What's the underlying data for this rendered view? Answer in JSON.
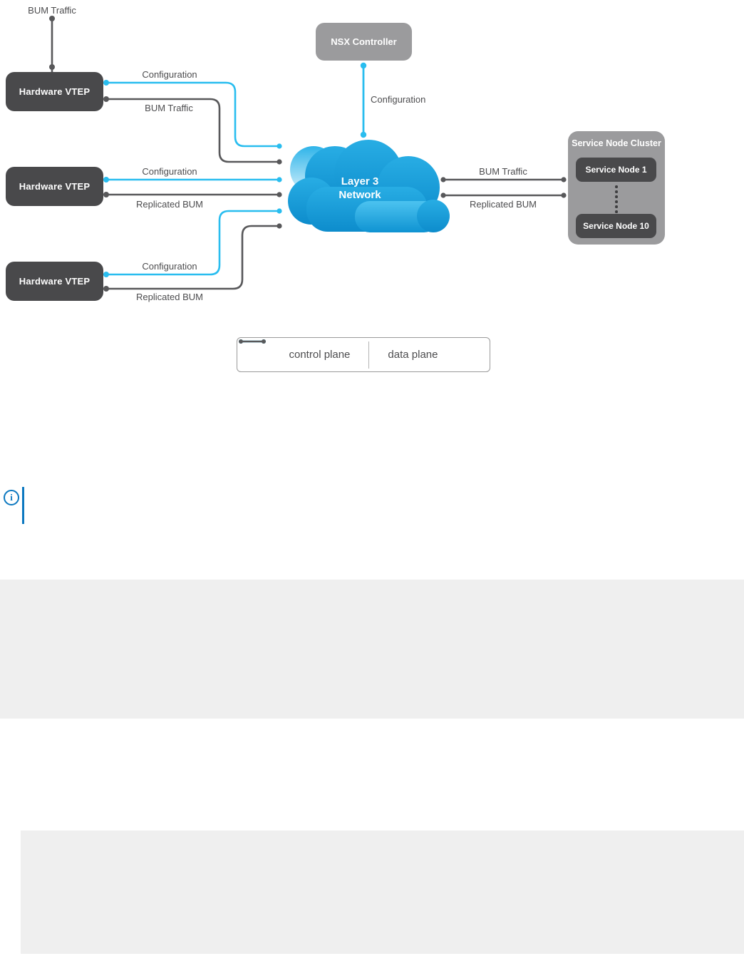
{
  "colors": {
    "control_plane": "#29bdef",
    "data_plane": "#58585a",
    "node_dark": "#49494b",
    "node_gray": "#9b9b9d",
    "cloud_top": "#28ade4",
    "cloud_bottom": "#0d8ccc",
    "note_blue": "#0c78c0",
    "panel_gray": "#efefef"
  },
  "nodes": {
    "hardware_vtep": "Hardware VTEP",
    "nsx_controller": "NSX Controller",
    "layer3_line1": "Layer 3",
    "layer3_line2": "Network",
    "service_node_cluster": "Service Node Cluster",
    "service_node_1": "Service Node 1",
    "service_node_10": "Service Node 10"
  },
  "edges": {
    "top_bum": "BUM Traffic",
    "vtep1_configuration": "Configuration",
    "vtep1_bum": "BUM Traffic",
    "vtep2_configuration": "Configuration",
    "vtep2_replicated": "Replicated BUM",
    "vtep3_configuration": "Configuration",
    "vtep3_replicated": "Replicated BUM",
    "nsx_configuration": "Configuration",
    "cluster_bum": "BUM Traffic",
    "cluster_replicated": "Replicated BUM"
  },
  "legend": {
    "control_plane": "control plane",
    "data_plane": "data plane"
  },
  "note": {
    "icon_glyph": "i"
  }
}
